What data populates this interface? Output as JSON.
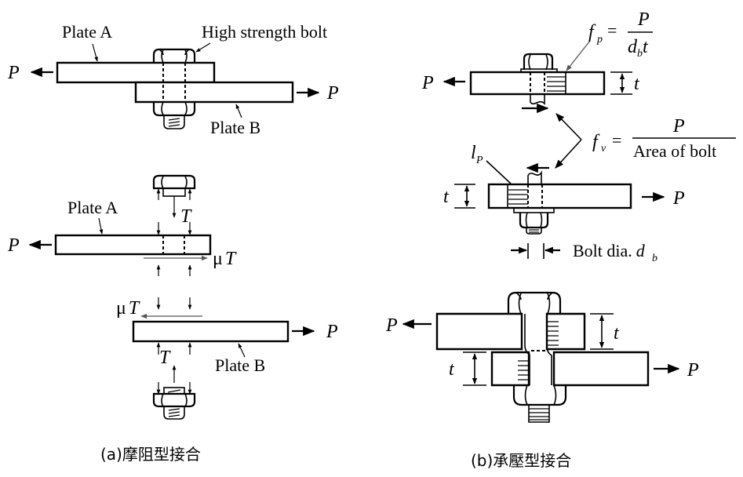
{
  "panel_a": {
    "caption": "(a)摩阻型接合",
    "labels": {
      "plate_a": "Plate A",
      "plate_b": "Plate B",
      "bolt": "High strength bolt",
      "load": "P",
      "tension": "T",
      "mu": "μ",
      "friction": "T"
    }
  },
  "panel_b": {
    "caption": "(b)承壓型接合",
    "labels": {
      "load": "P",
      "thickness": "t",
      "bearing_lhs": "f",
      "bearing_lhs_sub": "p",
      "bearing_num": "P",
      "bearing_den_d": "d",
      "bearing_den_sub": "b",
      "bearing_den_t": "t",
      "shear_lhs": "f",
      "shear_lhs_sub": "v",
      "shear_num": "P",
      "shear_den": "Area of bolt",
      "bearing_length": "l",
      "bearing_length_sub": "P",
      "bolt_dia_label": "Bolt dia.",
      "bolt_dia_symbol": "d",
      "bolt_dia_sub": "b",
      "equals": "="
    }
  }
}
